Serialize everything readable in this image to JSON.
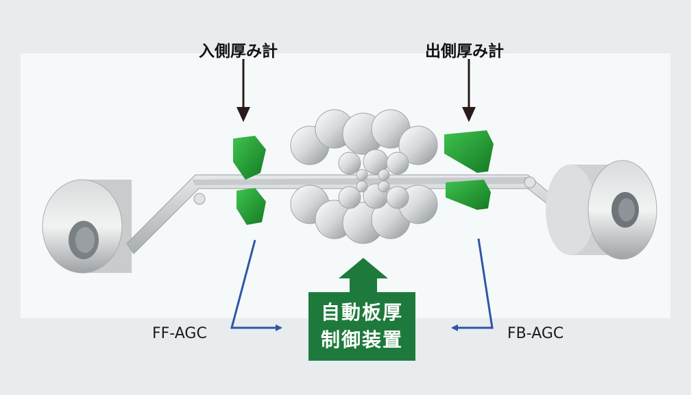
{
  "labels": {
    "entry_gauge": "入側厚み計",
    "exit_gauge": "出側厚み計",
    "ff_agc": "FF-AGC",
    "fb_agc": "FB-AGC",
    "controller_line1": "自動板厚",
    "controller_line2": "制御装置"
  },
  "colors": {
    "background": "#e9ecef",
    "panel": "#f5f9fa",
    "gauge_green": "#2a9b3a",
    "controller_green": "#1e7a3c",
    "feedback_arrow": "#2f55a4",
    "gauge_arrow": "#2a1a1a"
  }
}
